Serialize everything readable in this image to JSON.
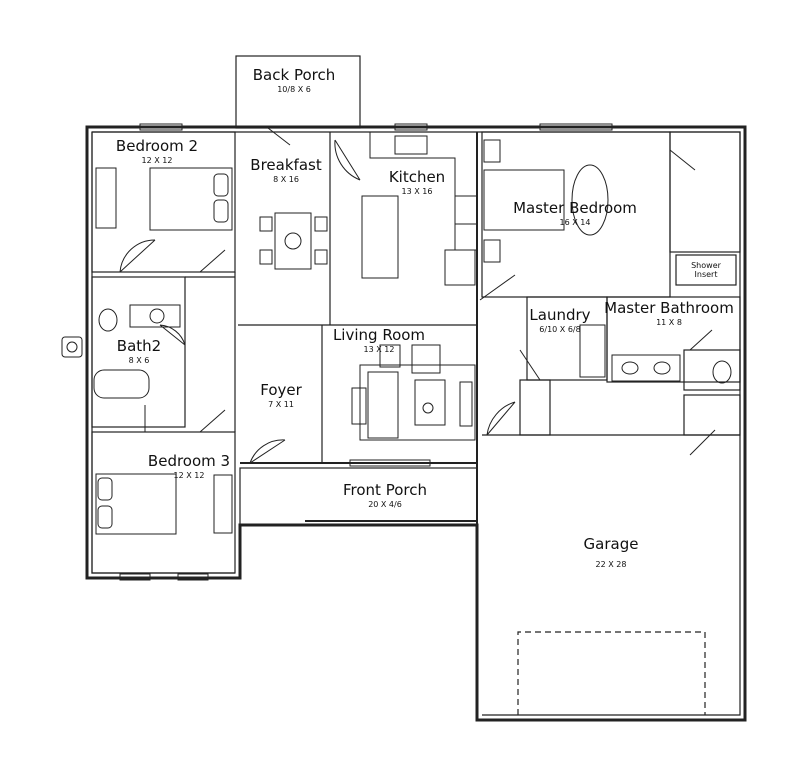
{
  "rooms": {
    "back_porch": {
      "name": "Back Porch",
      "dims": "10/8 X 6"
    },
    "bedroom2": {
      "name": "Bedroom 2",
      "dims": "12 X 12"
    },
    "breakfast": {
      "name": "Breakfast",
      "dims": "8 X 16"
    },
    "kitchen": {
      "name": "Kitchen",
      "dims": "13 X 16"
    },
    "master_bedroom": {
      "name": "Master Bedroom",
      "dims": "16 X 14"
    },
    "bath2": {
      "name": "Bath2",
      "dims": "8 X 6"
    },
    "laundry": {
      "name": "Laundry",
      "dims": "6/10 X 6/8"
    },
    "master_bathroom": {
      "name": "Master Bathroom",
      "dims": "11 X 8"
    },
    "living_room": {
      "name": "Living Room",
      "dims": "13 X 12"
    },
    "foyer": {
      "name": "Foyer",
      "dims": "7 X 11"
    },
    "bedroom3": {
      "name": "Bedroom 3",
      "dims": "12 X 12"
    },
    "front_porch": {
      "name": "Front Porch",
      "dims": "20 X 4/6"
    },
    "garage": {
      "name": "Garage",
      "dims": "22 X 28"
    }
  },
  "fixtures": {
    "shower_insert_line1": "Shower",
    "shower_insert_line2": "Insert"
  },
  "colors": {
    "line": "#222222",
    "background": "#ffffff"
  }
}
